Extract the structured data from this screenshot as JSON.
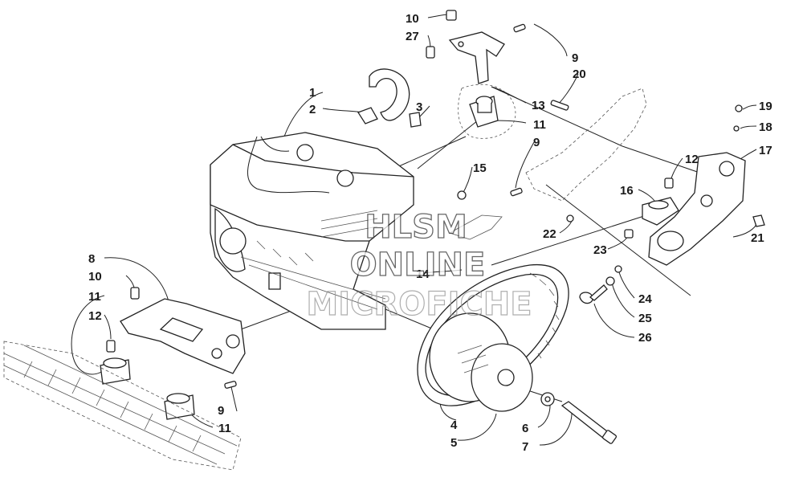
{
  "callouts": [
    {
      "id": "c1",
      "text": "1"
    },
    {
      "id": "c2",
      "text": "2"
    },
    {
      "id": "c3",
      "text": "3"
    },
    {
      "id": "c4",
      "text": "4"
    },
    {
      "id": "c5",
      "text": "5"
    },
    {
      "id": "c6",
      "text": "6"
    },
    {
      "id": "c7",
      "text": "7"
    },
    {
      "id": "c8",
      "text": "8"
    },
    {
      "id": "c9a",
      "text": "9"
    },
    {
      "id": "c9b",
      "text": "9"
    },
    {
      "id": "c9c",
      "text": "9"
    },
    {
      "id": "c10a",
      "text": "10"
    },
    {
      "id": "c10b",
      "text": "10"
    },
    {
      "id": "c11a",
      "text": "11"
    },
    {
      "id": "c11b",
      "text": "11"
    },
    {
      "id": "c11c",
      "text": "11"
    },
    {
      "id": "c12a",
      "text": "12"
    },
    {
      "id": "c12b",
      "text": "12"
    },
    {
      "id": "c13",
      "text": "13"
    },
    {
      "id": "c14",
      "text": "14"
    },
    {
      "id": "c15",
      "text": "15"
    },
    {
      "id": "c16",
      "text": "16"
    },
    {
      "id": "c17",
      "text": "17"
    },
    {
      "id": "c18",
      "text": "18"
    },
    {
      "id": "c19",
      "text": "19"
    },
    {
      "id": "c20",
      "text": "20"
    },
    {
      "id": "c21",
      "text": "21"
    },
    {
      "id": "c22",
      "text": "22"
    },
    {
      "id": "c23",
      "text": "23"
    },
    {
      "id": "c24",
      "text": "24"
    },
    {
      "id": "c25",
      "text": "25"
    },
    {
      "id": "c26",
      "text": "26"
    },
    {
      "id": "c27",
      "text": "27"
    }
  ],
  "watermark": {
    "line1": "HLSM",
    "line2": "ONLINE",
    "line3": "MICROFICHE"
  }
}
